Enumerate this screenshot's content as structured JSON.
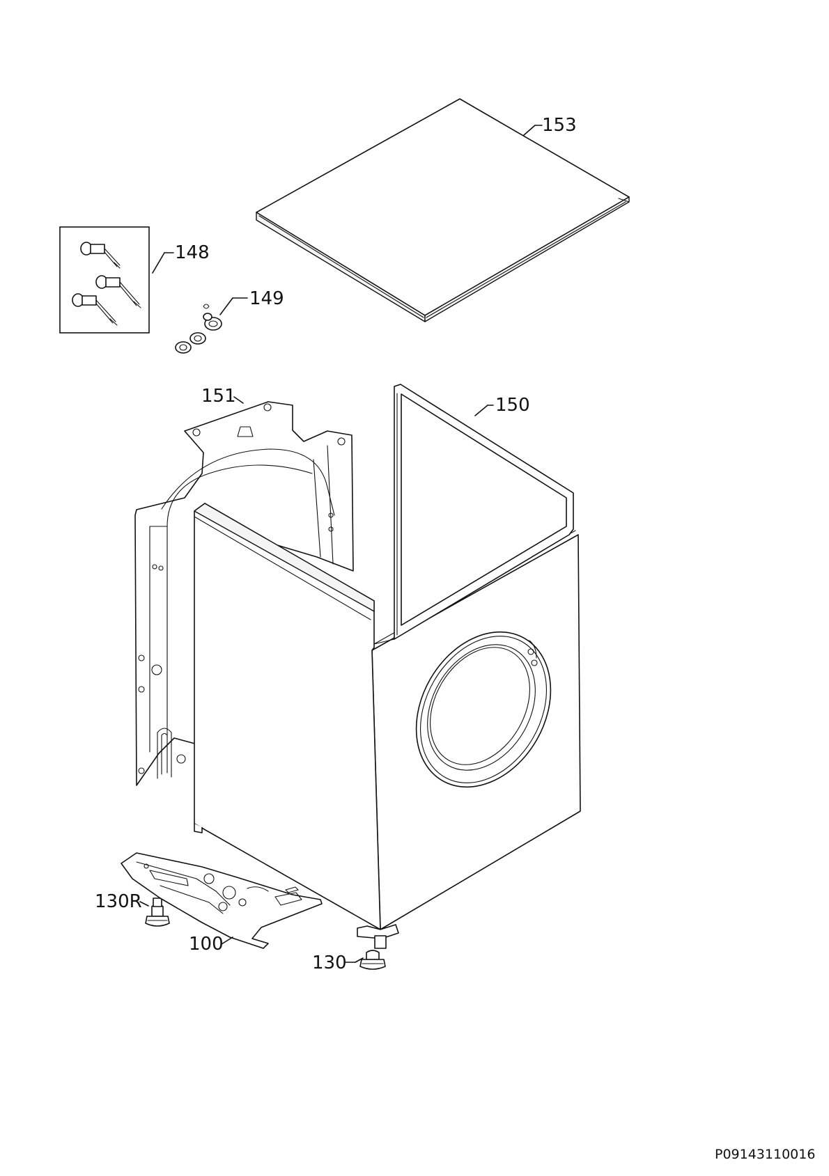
{
  "callouts": {
    "p153": "153",
    "p148": "148",
    "p149": "149",
    "p151": "151",
    "p150": "150",
    "p130R": "130R",
    "p100": "100",
    "p130": "130"
  },
  "drawing_code": "P09143110016"
}
